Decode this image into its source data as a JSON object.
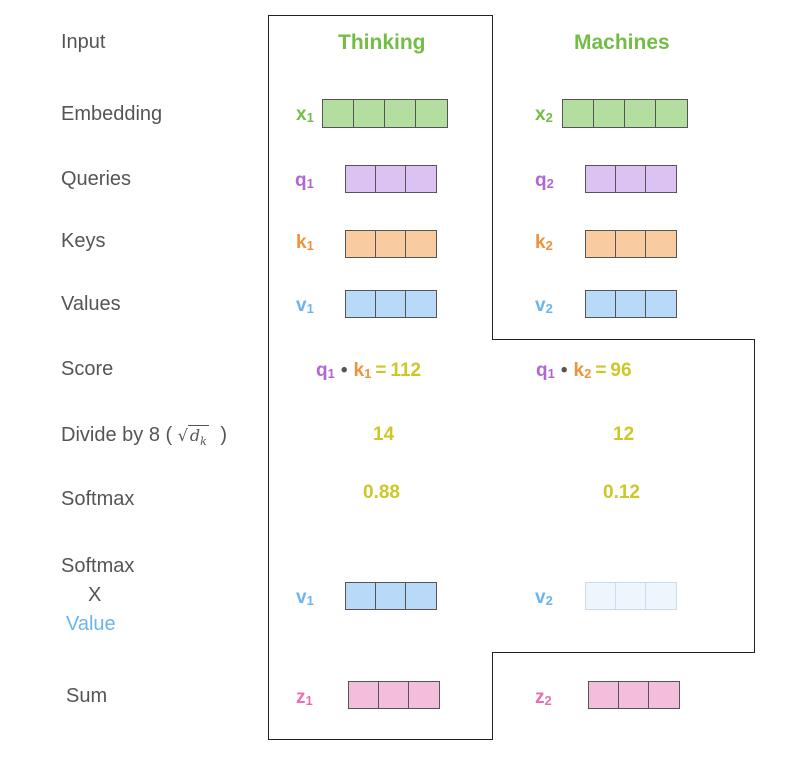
{
  "row_labels": {
    "input": "Input",
    "embedding": "Embedding",
    "queries": "Queries",
    "keys": "Keys",
    "values": "Values",
    "score": "Score",
    "divide_prefix": "Divide by 8 (",
    "divide_suffix": ")",
    "sqrt_var": "d",
    "sqrt_sub": "k",
    "softmax": "Softmax",
    "softmax_x_value_line1": "Softmax",
    "softmax_x_value_line2": "X",
    "softmax_x_value_line3": "Value",
    "sum": "Sum"
  },
  "words": {
    "thinking": "Thinking",
    "machines": "Machines"
  },
  "symbols": {
    "x": "x",
    "q": "q",
    "k": "k",
    "v": "v",
    "z": "z",
    "sub1": "1",
    "sub2": "2",
    "dot": "•",
    "eq": "="
  },
  "values": {
    "score1": "112",
    "score2": "96",
    "divided1": "14",
    "divided2": "12",
    "softmax1": "0.88",
    "softmax2": "0.12"
  },
  "colors": {
    "green": "#72be44",
    "purple": "#b266d6",
    "orange": "#f0923a",
    "blue": "#6ab5ef",
    "pink": "#e96fb2",
    "yellow": "#cdc828",
    "label_gray": "#555555"
  }
}
